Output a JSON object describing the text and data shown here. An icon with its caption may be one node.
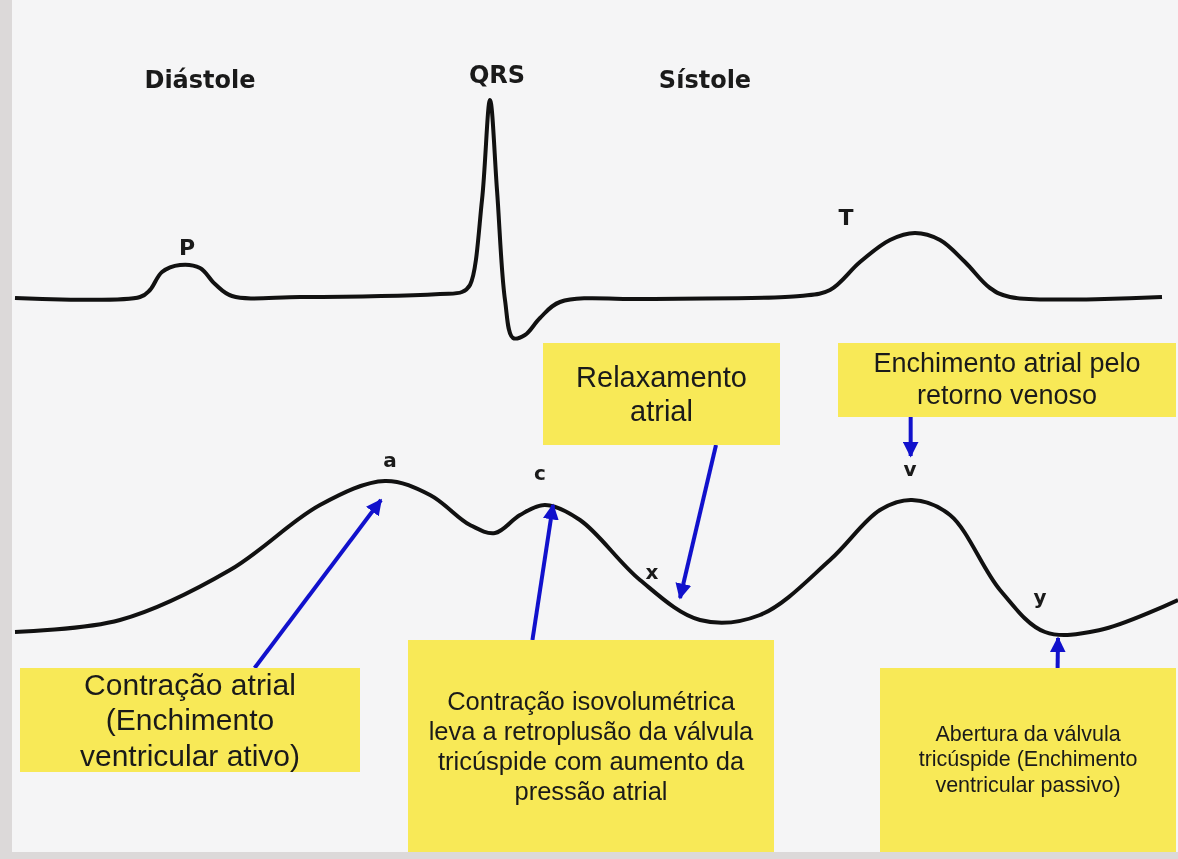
{
  "diagram": {
    "nodes": [
      {
        "text": [
          "Relaxamento atrial"
        ]
      },
      {
        "text": [
          "Enchimento atrial pelo retorno venoso"
        ]
      },
      {
        "text": [
          "Contração atrial (Enchimento ventricular ativo)"
        ]
      },
      {
        "text": [
          "Contração isovolumétrica leva a retroplusão da válvula tricúspide com aumento da pressão atrial"
        ]
      },
      {
        "text": [
          "Abertura da válvula tricúspide (Enchimento ventricular passivo)"
        ]
      },
      {
        "text": [
          "v"
        ]
      }
    ],
    "edges": [
      {
        "from": 0,
        "to": null,
        "arrow": "to"
      },
      {
        "from": 1,
        "to": 5,
        "arrow": "to"
      },
      {
        "from": 2,
        "to": null,
        "arrow": "to"
      },
      {
        "from": 3,
        "to": null,
        "arrow": "to"
      },
      {
        "from": 4,
        "to": null,
        "arrow": "to"
      }
    ],
    "labels": [
      "Diástole",
      "QRS",
      "Sístole",
      "P",
      "T",
      "a",
      "c",
      "x",
      "y"
    ]
  }
}
